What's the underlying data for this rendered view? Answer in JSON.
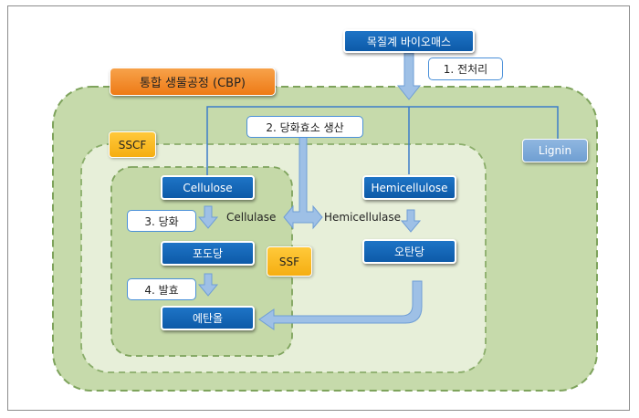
{
  "title": "통합 생물공정 (CBP)",
  "feedstock": "목질계 바이오매스",
  "steps": {
    "pretreatment": "1. 전처리",
    "enzyme_production": "2. 당화효소 생산",
    "saccharification": "3. 당화",
    "fermentation": "4. 발효"
  },
  "regions": {
    "sscf": "SSCF",
    "ssf": "SSF"
  },
  "components": {
    "lignin": "Lignin",
    "cellulose": "Cellulose",
    "hemicellulose": "Hemicellulose",
    "glucose": "포도당",
    "pentose": "오탄당",
    "ethanol": "에탄올"
  },
  "enzymes": {
    "cellulase": "Cellulase",
    "hemicellulase": "Hemicellulase"
  },
  "colors": {
    "outer_region": "#c4d9a9",
    "middle_region": "#e4edd6",
    "inner_region": "#c3d7a6",
    "region_border": "#7ea35c",
    "blue_box": "#1565c0",
    "arrow": "#9ec0e6",
    "orange_label": "#f28a24",
    "yellow_label": "#f7b520"
  }
}
